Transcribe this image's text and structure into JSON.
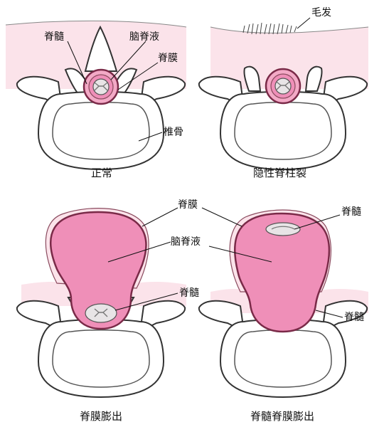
{
  "labels": {
    "spinal_cord": "脊髓",
    "csf": "脑脊液",
    "meninges": "脊膜",
    "vertebra": "椎骨",
    "hair": "毛发"
  },
  "captions": {
    "normal": "正常",
    "occulta": "隐性脊柱裂",
    "meningocele": "脊膜膨出",
    "myelomeningocele": "脊髓脊膜膨出"
  },
  "colors": {
    "skin": "#fbe3ea",
    "sac": "#ef8fb8",
    "membrane": "#7a2a48"
  }
}
